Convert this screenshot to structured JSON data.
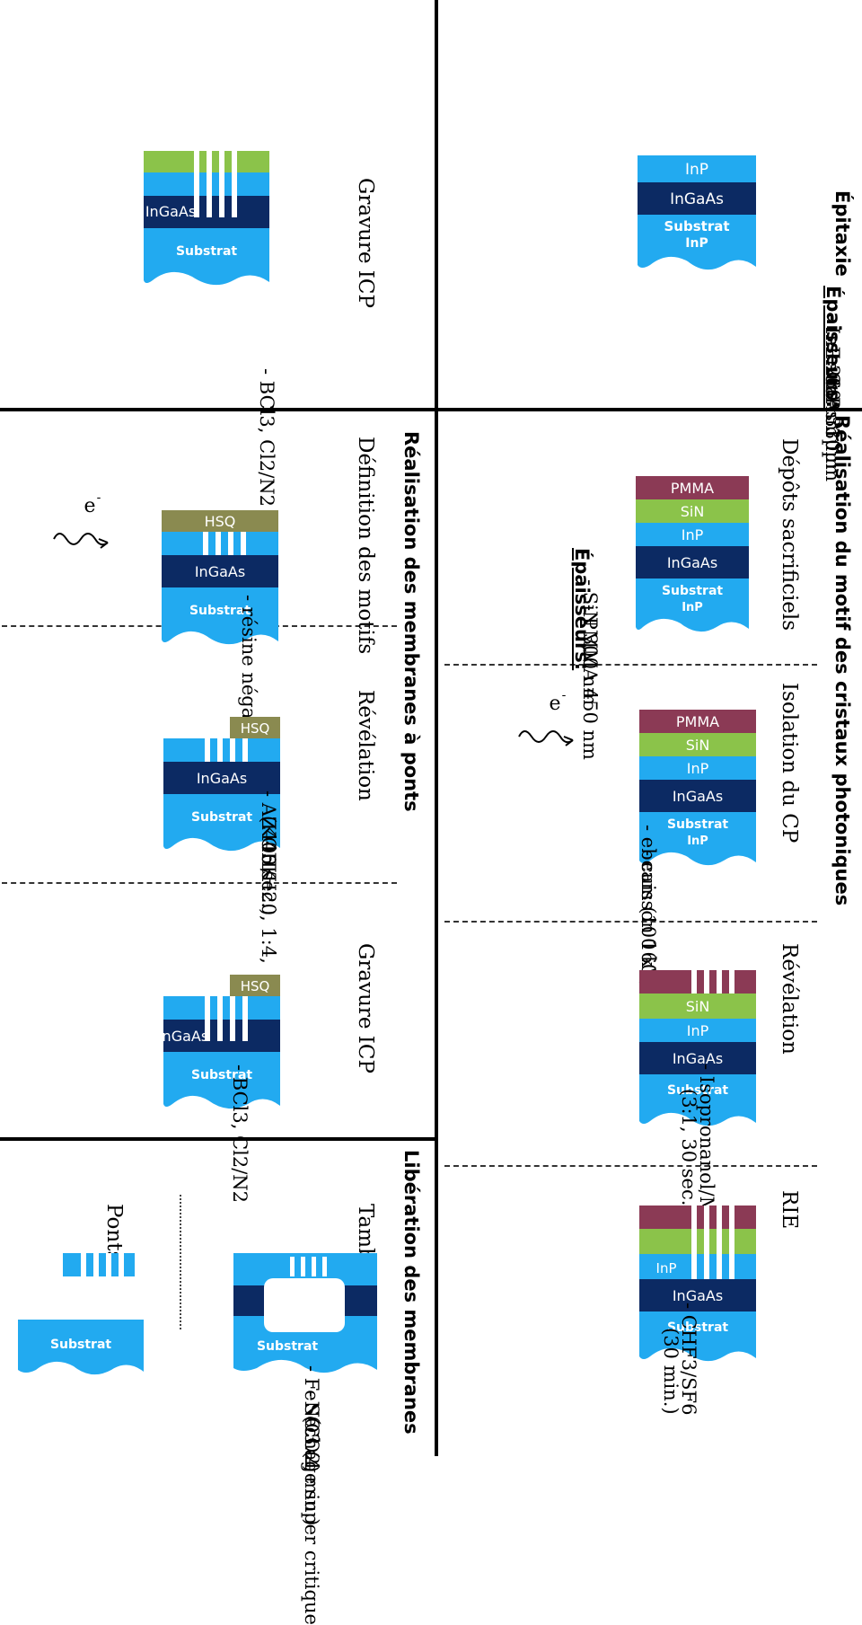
{
  "colors": {
    "pmma": "#8b3a55",
    "sin": "#8bc34a",
    "inp": "#22aaf0",
    "ingaas": "#0c2a63",
    "substrate": "#22aaf0",
    "hsq": "#8a8a50"
  },
  "sections": {
    "epitaxy": {
      "heading": "Épitaxie",
      "layers": {
        "inp": "InP",
        "ingaas": "InGaAs",
        "substrate": "Substrat",
        "substrate_sub": "InP"
      },
      "thickness_title": "Épaisseurs:",
      "thickness": [
        "- InP 260 nm",
        "- InGaAs 1µm",
        "- InP 330µm"
      ]
    },
    "pc_pattern": {
      "heading": "Réalisation du motif des cristaux photoniques",
      "steps": [
        {
          "title": "Dépôts sacrificiels",
          "layers": {
            "pmma": "PMMA",
            "sin": "SiN",
            "inp": "InP",
            "ingaas": "InGaAs",
            "substrate": "Substrat",
            "substrate_sub": "InP"
          },
          "thickness_title": "Épaisseurs:",
          "notes": [
            "- SiN 300 nm",
            "- PMMA 450 nm"
          ]
        },
        {
          "title": "Isolation du CP",
          "ebeam_label": "e",
          "ebeam_sup": "-",
          "layers": {
            "pmma": "PMMA",
            "sin": "SiN",
            "inp": "InP",
            "ingaas": "InGaAs",
            "substrate": "Substrat",
            "substrate_sub": "InP"
          },
          "notes": [
            "- ebeam (100 kV)",
            "- cuisson 160° 15 min."
          ]
        },
        {
          "title": "Révélation",
          "layers": {
            "sin": "SiN",
            "inp": "InP",
            "ingaas": "InGaAs",
            "substrate": "Substrat"
          },
          "notes": [
            "- Isopronanol/MIBK",
            "(3:1, 30 sec.)"
          ]
        },
        {
          "title": "RIE",
          "layers": {
            "inp": "InP",
            "ingaas": "InGaAs",
            "substrate": "Substrat"
          },
          "notes": [
            "- CHF3/SF6",
            "(30 min.)"
          ]
        }
      ]
    },
    "release": {
      "heading": "Libération des membranes",
      "tambour_label": "Tambour :",
      "ponts_label": "Ponts :",
      "layers": {
        "substrate": "Substrat"
      },
      "notes": [
        "- FeNO3 (4 min.)",
        "- Séchage super critique",
        "(CO2)"
      ]
    },
    "icp_left": {
      "title": "Gravure ICP",
      "layers": {
        "ingaas": "InGaAs",
        "substrate": "Substrat"
      },
      "notes": [
        "- BCl3, Cl2/N2"
      ]
    },
    "bridges": {
      "heading": "Réalisation des membranes à ponts",
      "steps": [
        {
          "title": "Définition des motifs",
          "ebeam_label": "e",
          "ebeam_sup": "-",
          "layers": {
            "hsq": "HSQ",
            "ingaas": "InGaAs",
            "substrate": "Substrat"
          },
          "notes": [
            "- résine négative"
          ]
        },
        {
          "title": "Révélation",
          "layers": {
            "hsq": "HSQ",
            "ingaas": "InGaAs",
            "substrate": "Substrat"
          },
          "notes": [
            "- AZ400K",
            "(KOH/H20, 1:4,",
            "45 sec.)"
          ]
        },
        {
          "title": "Gravure ICP",
          "layers": {
            "hsq": "HSQ",
            "ingaas": "InGaAs",
            "substrate": "Substrat"
          },
          "notes": [
            "- BCl3, Cl2/N2"
          ]
        }
      ]
    }
  }
}
